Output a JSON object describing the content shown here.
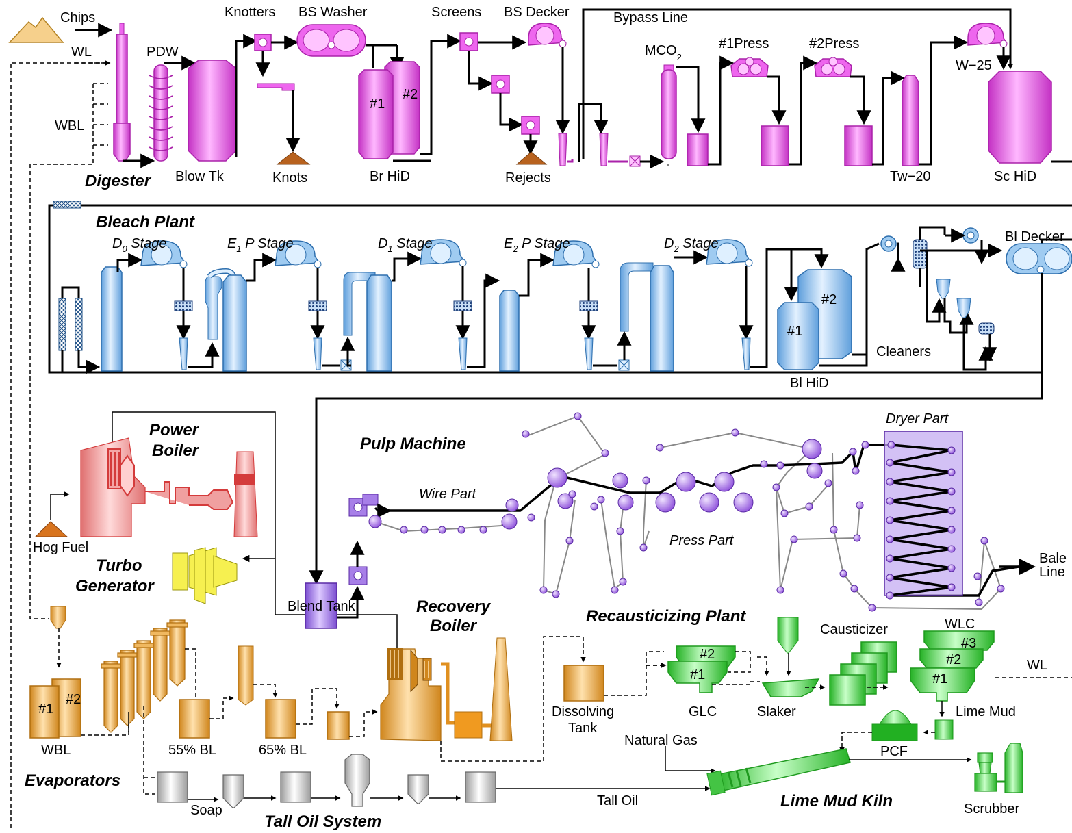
{
  "labels": {
    "chips": "Chips",
    "wl_in": "WL",
    "pdw": "PDW",
    "wbl_dig": "WBL",
    "digester": "Digester",
    "blow_tk": "Blow Tk",
    "knotters": "Knotters",
    "knots": "Knots",
    "bs_washer": "BS Washer",
    "br_hid": "Br HiD",
    "n1": "#1",
    "n2": "#2",
    "n3": "#3",
    "screens": "Screens",
    "rejects": "Rejects",
    "bs_decker": "BS Decker",
    "bypass_line": "Bypass Line",
    "mco2_main": "MCO",
    "mco2_sub": "2",
    "press1": "#1Press",
    "press2": "#2Press",
    "tw20": "Tw−20",
    "w25": "W−25",
    "sc_hid": "Sc HiD",
    "bleach_plant": "Bleach Plant",
    "d0_a": "D",
    "d0_sub": "0",
    "d0_b": " Stage",
    "e1_a": "E",
    "e1_sub": "1",
    "e1_b": " P Stage",
    "d1_a": "D",
    "d1_sub": "1",
    "d1_b": " Stage",
    "e2_a": "E",
    "e2_sub": "2",
    "e2_b": " P Stage",
    "d2_a": "D",
    "d2_sub": "2",
    "d2_b": " Stage",
    "bl_hid": "Bl HiD",
    "cleaners": "Cleaners",
    "bl_decker": "Bl Decker",
    "power_boiler_1": "Power",
    "power_boiler_2": "Boiler",
    "hog_fuel": "Hog Fuel",
    "turbo_1": "Turbo",
    "turbo_2": "Generator",
    "pulp_machine": "Pulp Machine",
    "wire_part": "Wire Part",
    "press_part": "Press Part",
    "dryer_part": "Dryer Part",
    "bale_1": "Bale",
    "bale_2": "Line",
    "blend_tank": "Blend Tank",
    "recovery_1": "Recovery",
    "recovery_2": "Boiler",
    "recaust": "Recausticizing Plant",
    "dissolving_1": "Dissolving",
    "dissolving_2": "Tank",
    "glc": "GLC",
    "slaker": "Slaker",
    "causticizer": "Causticizer",
    "wlc": "WLC",
    "wl_out": "WL",
    "lime_mud": "Lime Mud",
    "pcf": "PCF",
    "natural_gas": "Natural Gas",
    "lime_mud_kiln": "Lime Mud Kiln",
    "scrubber": "Scrubber",
    "wbl_evap": "WBL",
    "bl55": "55% BL",
    "bl65": "65% BL",
    "evaporators": "Evaporators",
    "soap": "Soap",
    "tall_oil": "Tall Oil",
    "tall_oil_system": "Tall Oil System"
  },
  "colors": {
    "pulp": "#ee66ee",
    "pulp_dark": "#aa22aa",
    "bleach": "#9fcbf1",
    "bleach_dark": "#2e6fae",
    "machine": "#a77fe8",
    "machine_dark": "#5a2aa5",
    "power": "#f4a6a6",
    "power_dark": "#d43b3b",
    "turbo": "#f6f050",
    "evap": "#f0b860",
    "evap_dark": "#b06f10",
    "recaust": "#7fe87f",
    "recaust_dark": "#1f9a1f",
    "tall": "#dedede",
    "knots": "#b8621e"
  }
}
